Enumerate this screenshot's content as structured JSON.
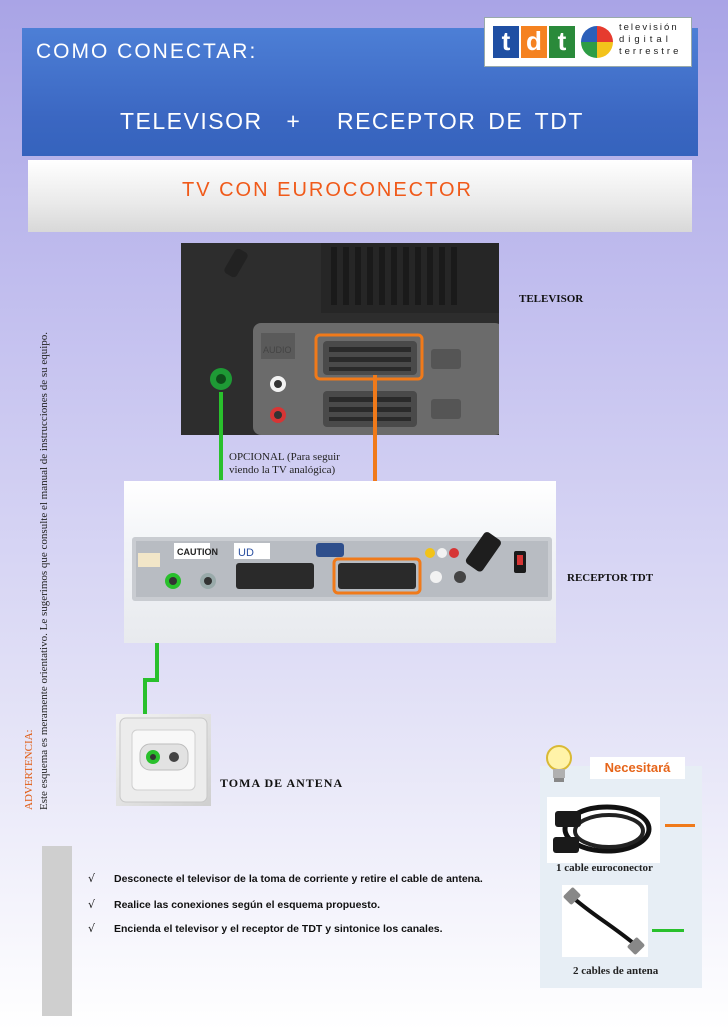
{
  "header": {
    "title": "COMO CONECTAR:",
    "subtitle": "TELEVISOR  +   RECEPTOR DE TDT",
    "logo": {
      "letters": [
        "t",
        "d",
        "t"
      ],
      "line1": "televisión",
      "line2": "digital",
      "line3": "terrestre"
    }
  },
  "band": {
    "title": "TV CON EUROCONECTOR"
  },
  "warning": {
    "label": "ADVERTENCIA:",
    "text": "Este esquema es meramente orientativo. Le sugerimos que consulte el manual de instrucciones de su equipo."
  },
  "diagram": {
    "tv_label": "TELEVISOR",
    "optional_line1": "OPCIONAL (Para seguir",
    "optional_line2": "viendo la TV analógica)",
    "receiver_label": "RECEPTOR  TDT",
    "antenna_label": "TOMA  DE  ANTENA",
    "receiver_ud": "UD",
    "receiver_caution": "CAUTION"
  },
  "need": {
    "heading": "Necesitará",
    "item1": "1 cable euroconector",
    "item2": "2 cables de antena",
    "colors": {
      "orange": "#f07a1a",
      "green": "#29c02c"
    }
  },
  "steps": [
    {
      "check": "√",
      "text": "Desconecte el televisor de la  toma de  corriente y retire el cable de antena."
    },
    {
      "check": "√",
      "text": "Realice  las conexiones según el esquema propuesto."
    },
    {
      "check": "√",
      "text": "Encienda el televisor y el receptor de TDT  y sintonice los canales."
    }
  ],
  "colors": {
    "header_blue": "#3b67c2",
    "title_orange": "#f05a1a",
    "cable_orange": "#f07a1a",
    "cable_green": "#29c02c"
  }
}
